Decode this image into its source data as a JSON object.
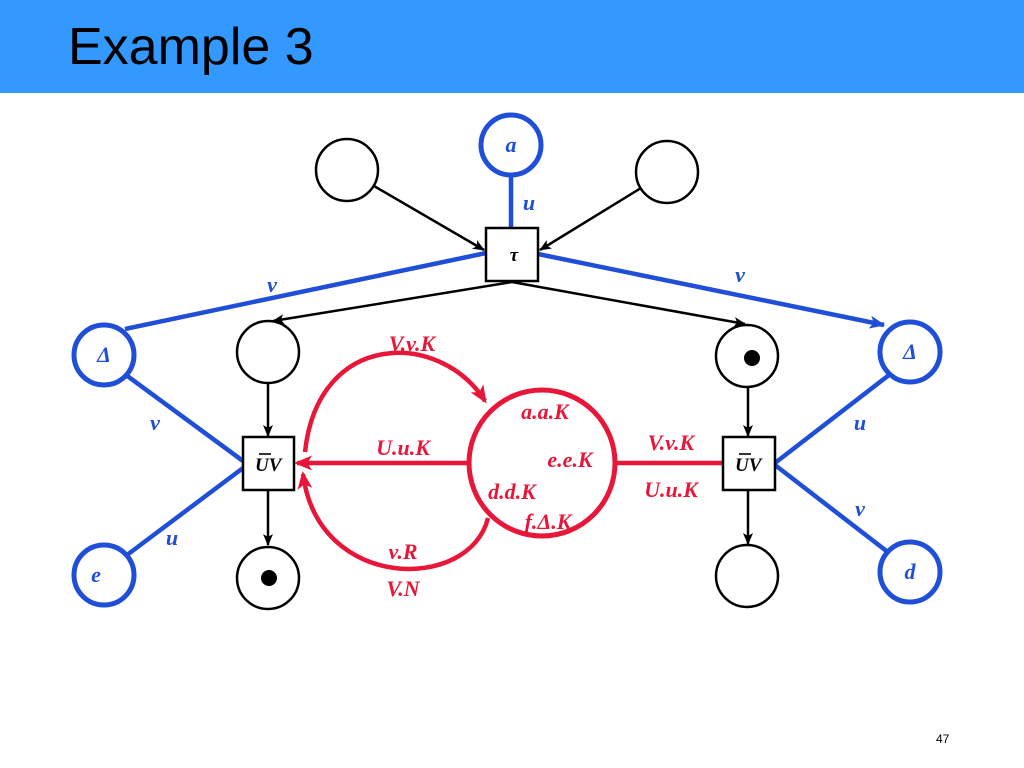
{
  "slide": {
    "title": "Example 3",
    "page_number": "47",
    "colors": {
      "header": "#3399ff",
      "blue": "#1f4fd8",
      "red": "#e8173a",
      "black": "#000000"
    }
  },
  "diagram": {
    "places": {
      "a": "a",
      "delta_left": "Δ",
      "delta_right": "Δ",
      "e": "e",
      "d": "d"
    },
    "transitions": {
      "tau": "τ",
      "uv_left": {
        "barred": "U",
        "rest": "V"
      },
      "uv_right": {
        "barred": "U",
        "rest": "V"
      }
    },
    "blue_arc_labels": {
      "a_tau": "u",
      "tau_delta_left": "v",
      "tau_delta_right": "v",
      "delta_left_uv_left": "v",
      "e_uv_left": "u",
      "uv_right_delta_right": "u",
      "uv_right_d": "v"
    },
    "red_place_labels": {
      "aa": "a.a.K",
      "ee": "e.e.K",
      "dd": "d.d.K",
      "fdelta": "f.Δ.K"
    },
    "red_arc_labels": {
      "uv_left_to_red_place": "V.v.K",
      "red_place_to_uv_left": "U.u.K",
      "lower_arc_first": "v.R",
      "lower_arc_second": "V.N",
      "red_place_uv_right_upper": "V.v.K",
      "red_place_uv_right_lower": "U.u.K"
    },
    "tokens": {
      "left_bottom_place": 1,
      "right_top_place": 1
    }
  }
}
